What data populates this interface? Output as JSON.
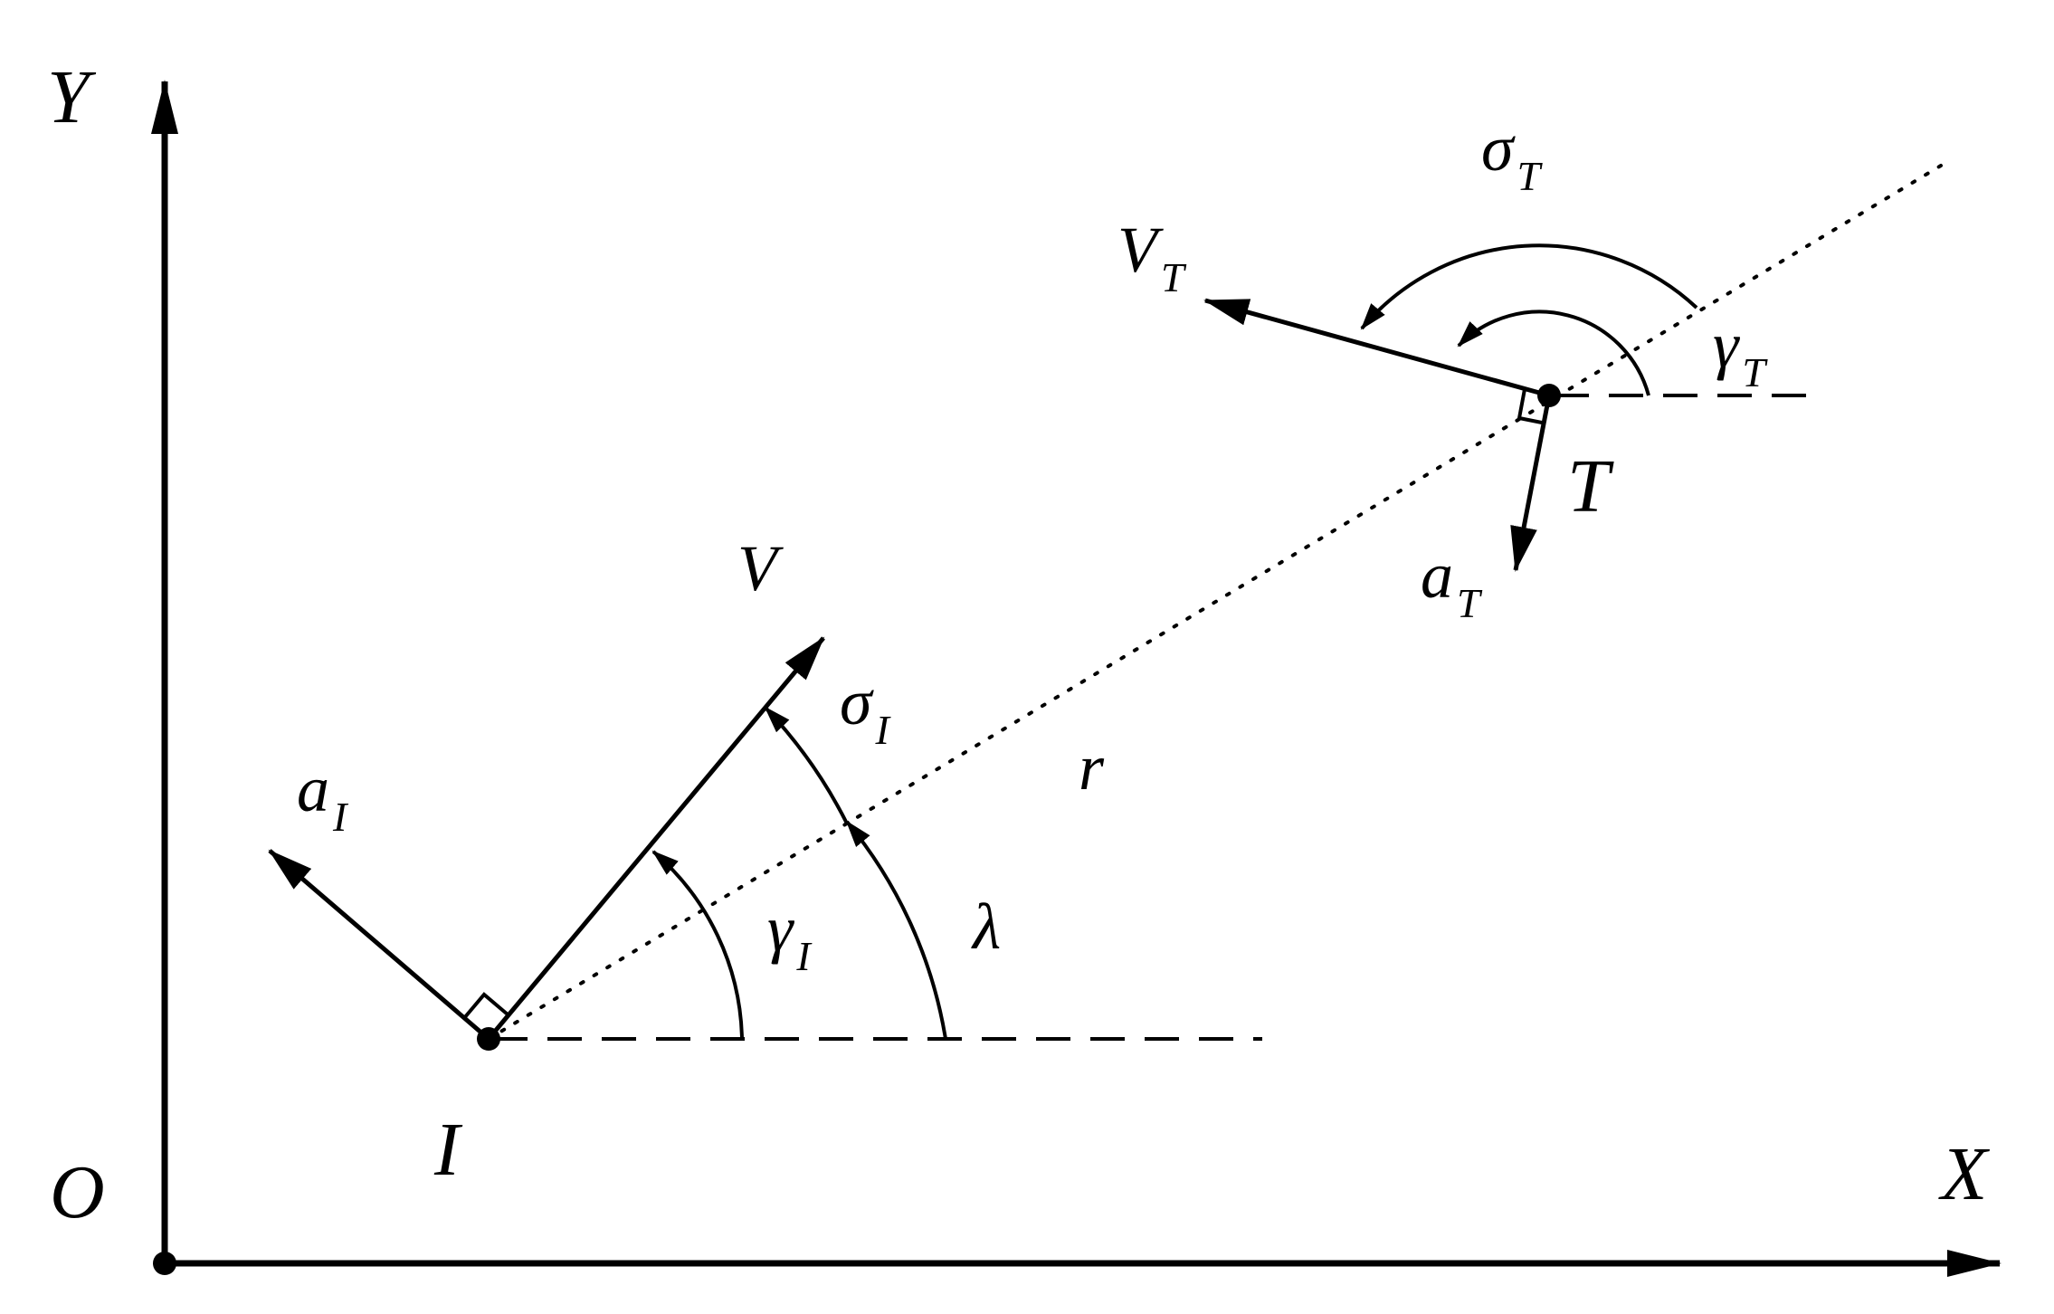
{
  "colors": {
    "stroke": "#000000",
    "background": "#ffffff"
  },
  "axes": {
    "x_label": "X",
    "y_label": "Y",
    "origin_label": "O"
  },
  "interceptor": {
    "label": "I",
    "velocity_label": "V",
    "accel_base": "a",
    "accel_sub": "I",
    "flight_angle_base": "γ",
    "flight_angle_sub": "I",
    "lead_angle_base": "σ",
    "lead_angle_sub": "I"
  },
  "target": {
    "label": "T",
    "velocity_base": "V",
    "velocity_sub": "T",
    "accel_base": "a",
    "accel_sub": "T",
    "flight_angle_base": "γ",
    "flight_angle_sub": "T",
    "lead_angle_base": "σ",
    "lead_angle_sub": "T"
  },
  "line_of_sight": {
    "range_label": "r",
    "angle_label": "λ"
  }
}
